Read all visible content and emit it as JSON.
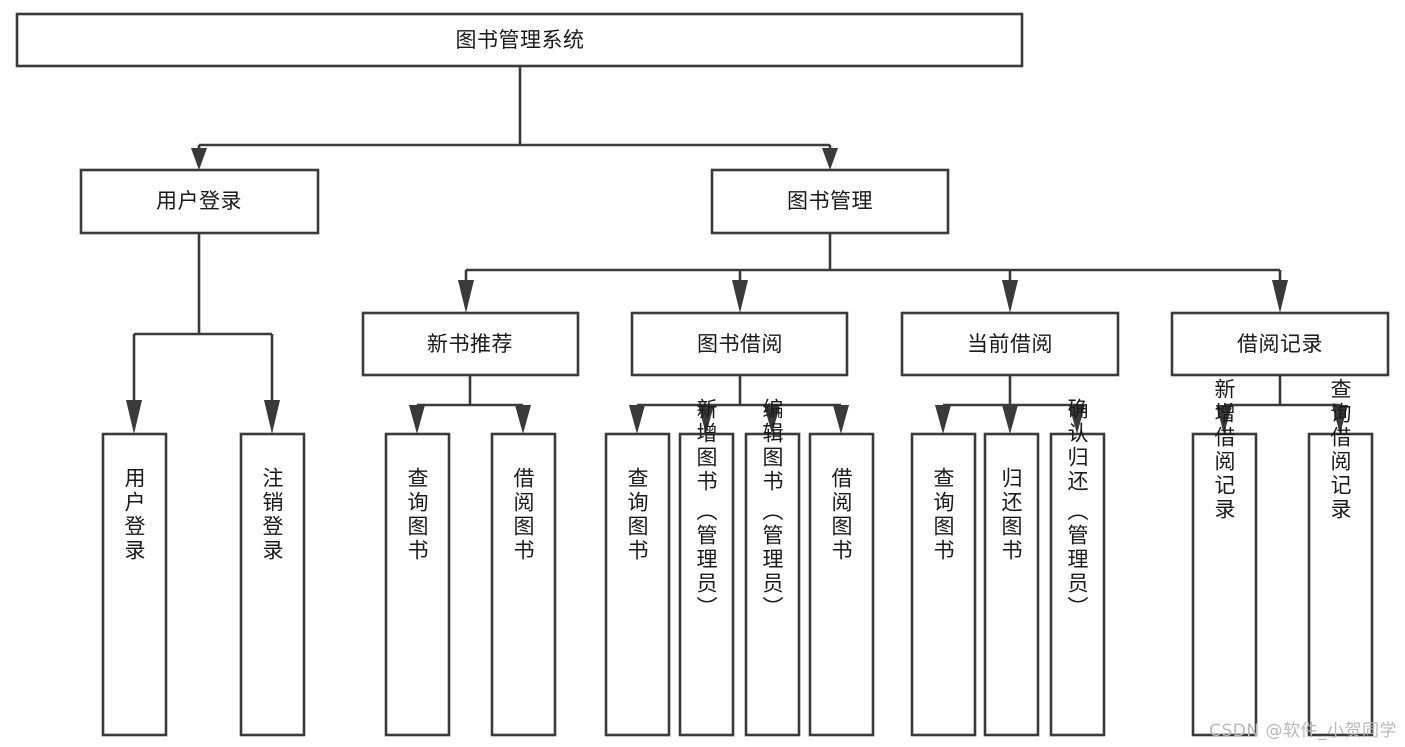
{
  "diagram": {
    "kind": "tree-hierarchy-chart",
    "title": "图书管理系统",
    "background_color": "#ffffff",
    "box_stroke_color": "#3a3a3a",
    "box_fill_color": "#ffffff",
    "text_color": "#1a1a1a",
    "root": {
      "id": "root",
      "label": "图书管理系统"
    },
    "level2": [
      {
        "id": "user-login",
        "label": "用户登录"
      },
      {
        "id": "book-management",
        "label": "图书管理"
      }
    ],
    "level3": [
      {
        "id": "new-book-recommend",
        "label": "新书推荐",
        "parent": "book-management"
      },
      {
        "id": "book-borrow",
        "label": "图书借阅",
        "parent": "book-management"
      },
      {
        "id": "current-borrow",
        "label": "当前借阅",
        "parent": "book-management"
      },
      {
        "id": "borrow-record",
        "label": "借阅记录",
        "parent": "book-management"
      }
    ],
    "leaves": [
      {
        "id": "leaf-user-login",
        "parent": "user-login",
        "line1": "用户登录",
        "line2": ""
      },
      {
        "id": "leaf-user-logout",
        "parent": "user-login",
        "line1": "注销登录",
        "line2": ""
      },
      {
        "id": "leaf-query-book-1",
        "parent": "new-book-recommend",
        "line1": "查询图书",
        "line2": ""
      },
      {
        "id": "leaf-borrow-book-1",
        "parent": "new-book-recommend",
        "line1": "借阅图书",
        "line2": ""
      },
      {
        "id": "leaf-query-book-2",
        "parent": "book-borrow",
        "line1": "查询图书",
        "line2": ""
      },
      {
        "id": "leaf-add-book",
        "parent": "book-borrow",
        "line1": "新增图书",
        "line2": "（管理员）"
      },
      {
        "id": "leaf-edit-book",
        "parent": "book-borrow",
        "line1": "编辑图书",
        "line2": "（管理员）"
      },
      {
        "id": "leaf-borrow-book-2",
        "parent": "book-borrow",
        "line1": "借阅图书",
        "line2": ""
      },
      {
        "id": "leaf-query-book-3",
        "parent": "current-borrow",
        "line1": "查询图书",
        "line2": ""
      },
      {
        "id": "leaf-return-book",
        "parent": "current-borrow",
        "line1": "归还图书",
        "line2": ""
      },
      {
        "id": "leaf-confirm-return",
        "parent": "current-borrow",
        "line1": "确认归还",
        "line2": "（管理员）"
      },
      {
        "id": "leaf-add-record",
        "parent": "borrow-record",
        "line1": "新增借阅记录",
        "line2": ""
      },
      {
        "id": "leaf-query-record",
        "parent": "borrow-record",
        "line1": "查询借阅记录",
        "line2": ""
      }
    ]
  },
  "watermark": {
    "text": "CSDN @软件_小贺同学",
    "color": "#b9b9b9"
  }
}
